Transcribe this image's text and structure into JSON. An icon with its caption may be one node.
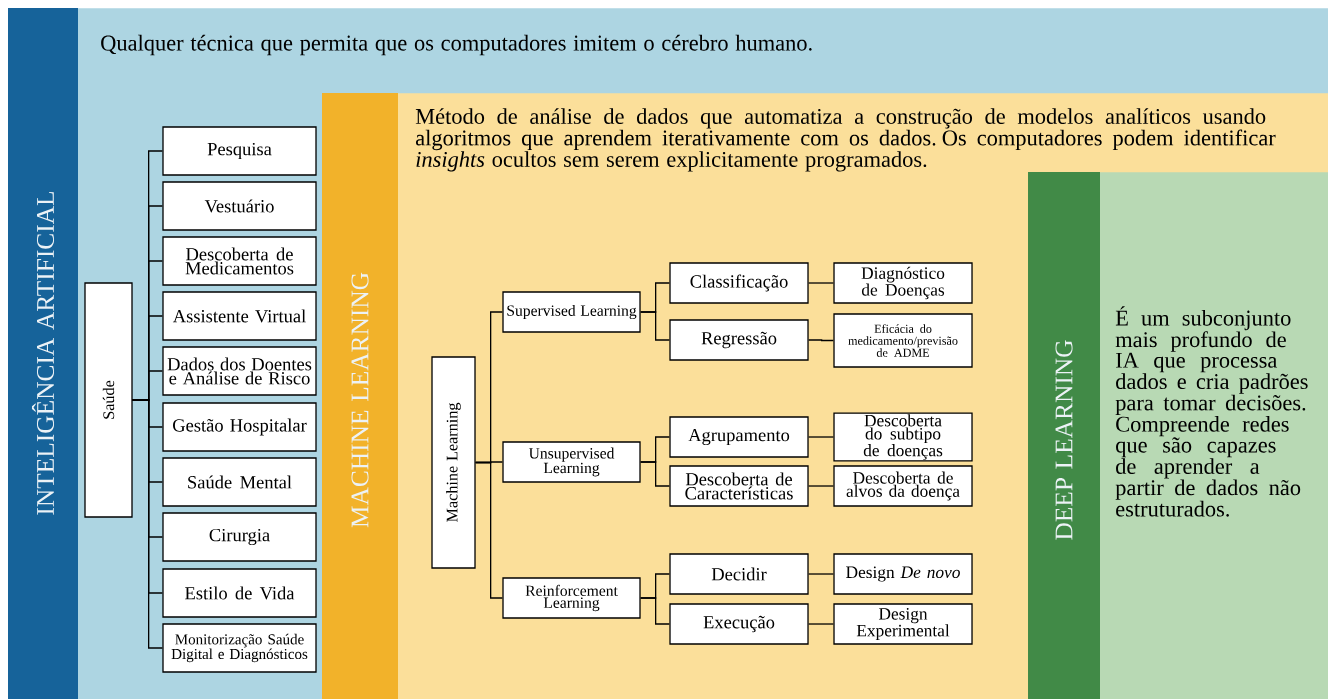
{
  "diagram": {
    "nodes": [
      {
        "text": [
          "INTELIGÊNCIA ARTIFICIAL",
          "Qualquer técnica que permita que os computadores imitem o cérebro humano."
        ]
      },
      {
        "text": [
          "MACHINE LEARNING",
          "Método de análise de dados que automatiza a construção de modelos analíticos usando algoritmos que aprendem iterativamente com os dados. Os computadores podem identificar *insights* ocultos sem serem explicitamente programados."
        ],
        "in": 0
      },
      {
        "text": [
          "DEEP LEARNING",
          "É um subconjunto mais profundo de IA que processa dados e cria padrões para tomar decisões. Compreende redes que são capazes de aprender a partir de dados não estruturados."
        ],
        "in": 1
      },
      {
        "text": [
          "Saúde"
        ],
        "in": 0
      },
      {
        "text": [
          "Pesquisa"
        ],
        "in": 0
      },
      {
        "text": [
          "Vestuário"
        ],
        "in": 0
      },
      {
        "text": [
          "Descoberta de Medicamentos"
        ],
        "in": 0
      },
      {
        "text": [
          "Assistente Virtual"
        ],
        "in": 0
      },
      {
        "text": [
          "Dados dos Doentes e Análise de Risco"
        ],
        "in": 0
      },
      {
        "text": [
          "Gestão Hospitalar"
        ],
        "in": 0
      },
      {
        "text": [
          "Saúde Mental"
        ],
        "in": 0
      },
      {
        "text": [
          "Cirurgia"
        ],
        "in": 0
      },
      {
        "text": [
          "Estilo de Vida"
        ],
        "in": 0
      },
      {
        "text": [
          "Monitorização Saúde Digital e Diagnósticos"
        ],
        "in": 0
      },
      {
        "text": [
          "Machine Learning"
        ],
        "in": 1
      },
      {
        "text": [
          "Supervised Learning"
        ],
        "in": 1
      },
      {
        "text": [
          "Unsupervised Learning"
        ],
        "in": 1
      },
      {
        "text": [
          "Reinforcement Learning"
        ],
        "in": 1
      },
      {
        "text": [
          "Classificação"
        ],
        "in": 1
      },
      {
        "text": [
          "Regressão"
        ],
        "in": 1
      },
      {
        "text": [
          "Agrupamento"
        ],
        "in": 1
      },
      {
        "text": [
          "Descoberta de Características"
        ],
        "in": 1
      },
      {
        "text": [
          "Decidir"
        ],
        "in": 1
      },
      {
        "text": [
          "Execução"
        ],
        "in": 1
      },
      {
        "text": [
          "Diagnóstico de Doenças"
        ],
        "in": 1
      },
      {
        "text": [
          "Eficácia do medicamento/previsão de ADME"
        ],
        "in": 1
      },
      {
        "text": [
          "Descoberta do subtipo de doenças"
        ],
        "in": 1
      },
      {
        "text": [
          "Descoberta de alvos da doença"
        ],
        "in": 1
      },
      {
        "text": [
          "Design *De novo*"
        ],
        "in": 1
      },
      {
        "text": [
          "Design Experimental"
        ],
        "in": 1
      }
    ],
    "edges": [
      {
        "from": 3,
        "to": 4,
        "arrow": "none"
      },
      {
        "from": 3,
        "to": 5,
        "arrow": "none"
      },
      {
        "from": 3,
        "to": 6,
        "arrow": "none"
      },
      {
        "from": 3,
        "to": 7,
        "arrow": "none"
      },
      {
        "from": 3,
        "to": 8,
        "arrow": "none"
      },
      {
        "from": 3,
        "to": 9,
        "arrow": "none"
      },
      {
        "from": 3,
        "to": 10,
        "arrow": "none"
      },
      {
        "from": 3,
        "to": 11,
        "arrow": "none"
      },
      {
        "from": 3,
        "to": 12,
        "arrow": "none"
      },
      {
        "from": 3,
        "to": 13,
        "arrow": "none"
      },
      {
        "from": 14,
        "to": 15,
        "arrow": "none"
      },
      {
        "from": 14,
        "to": 16,
        "arrow": "none"
      },
      {
        "from": 14,
        "to": 17,
        "arrow": "none"
      },
      {
        "from": 15,
        "to": 18,
        "arrow": "none"
      },
      {
        "from": 15,
        "to": 19,
        "arrow": "none"
      },
      {
        "from": 16,
        "to": 20,
        "arrow": "none"
      },
      {
        "from": 16,
        "to": 21,
        "arrow": "none"
      },
      {
        "from": 17,
        "to": 22,
        "arrow": "none"
      },
      {
        "from": 17,
        "to": 23,
        "arrow": "none"
      },
      {
        "from": 18,
        "to": 24,
        "arrow": "none"
      },
      {
        "from": 19,
        "to": 25,
        "arrow": "none"
      },
      {
        "from": 20,
        "to": 26,
        "arrow": "none"
      },
      {
        "from": 21,
        "to": 27,
        "arrow": "none"
      },
      {
        "from": 22,
        "to": 28,
        "arrow": "none"
      },
      {
        "from": 23,
        "to": 29,
        "arrow": "none"
      }
    ]
  }
}
